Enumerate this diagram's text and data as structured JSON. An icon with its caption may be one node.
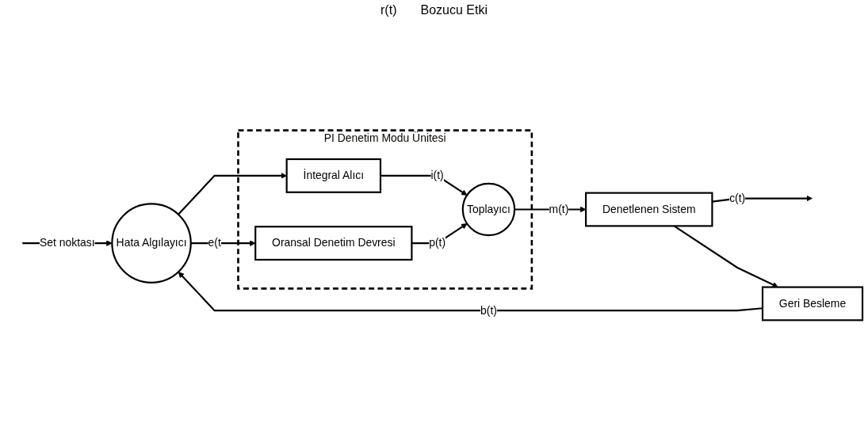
{
  "diagram": {
    "nodes": [
      {
        "text": [
          "PI Denetim Modu Ünitesi"
        ]
      },
      {
        "text": [
          "Hata Algılayıcı"
        ]
      },
      {
        "text": [
          "İntegral Alıcı"
        ],
        "in": 0
      },
      {
        "text": [
          "Oransal Denetim Devresi"
        ],
        "in": 0
      },
      {
        "text": [
          "Toplayıcı"
        ],
        "in": 0
      },
      {
        "text": [
          "Denetlenen Sistem"
        ]
      },
      {
        "text": [
          "Geri Besleme"
        ]
      }
    ],
    "edges": [
      {
        "from": null,
        "to": 1,
        "arrow": "to",
        "label": "Set noktası"
      },
      {
        "from": 1,
        "to": 2,
        "arrow": "to"
      },
      {
        "from": 1,
        "to": 3,
        "arrow": "to",
        "label": "e(t"
      },
      {
        "from": 2,
        "to": 4,
        "arrow": "to",
        "label": "i(t)"
      },
      {
        "from": 3,
        "to": 4,
        "arrow": "to",
        "label": "p(t)"
      },
      {
        "from": 4,
        "to": 5,
        "arrow": "to",
        "label": "m(t)"
      },
      {
        "from": 5,
        "to": null,
        "arrow": "to",
        "label": "c(t)"
      },
      {
        "from": 5,
        "to": 6,
        "arrow": "to"
      },
      {
        "from": 6,
        "to": 1,
        "arrow": "to",
        "label": "b(t)"
      }
    ],
    "labels": [
      "r(t)",
      "Bozucu Etki"
    ]
  }
}
